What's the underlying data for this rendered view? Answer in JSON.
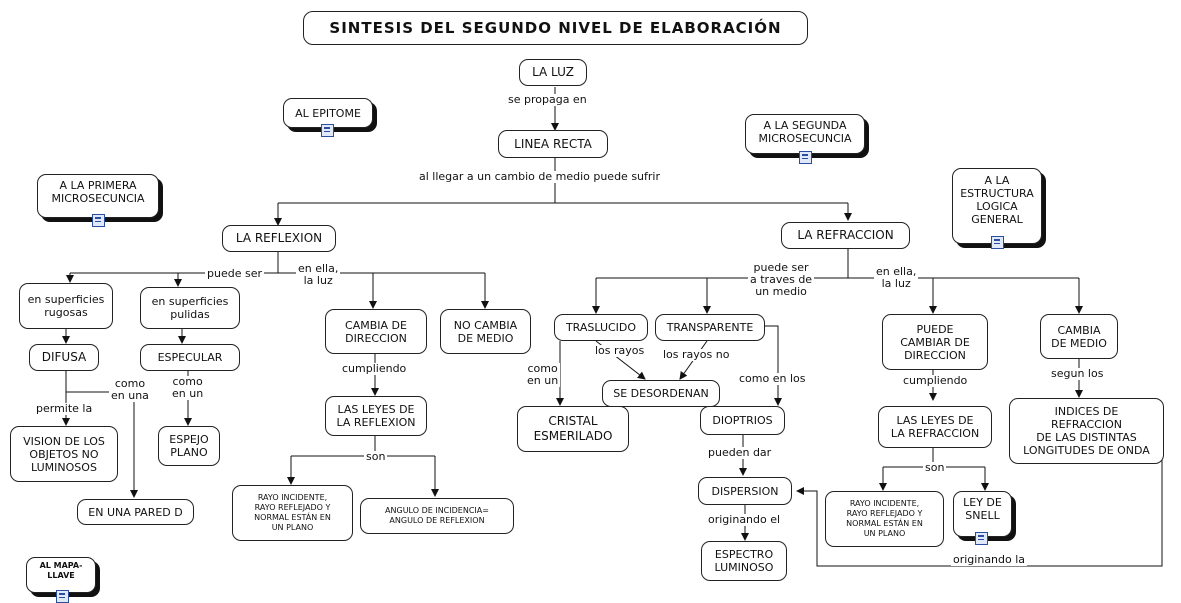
{
  "title": "SINTESIS DEL SEGUNDO NIVEL DE ELABORACIÓN",
  "nodes": {
    "luz": "LA LUZ",
    "linea_recta": "LINEA RECTA",
    "al_epitome": "AL EPITOME",
    "segunda_micro": "A LA SEGUNDA\nMICROSECUNCIA",
    "primera_micro": "A LA PRIMERA\nMICROSECUNCIA",
    "estructura": "A LA\nESTRUCTURA\nLOGICA\nGENERAL",
    "reflexion": "LA REFLEXION",
    "refraccion": "LA REFRACCION",
    "rugosas": "en superficies\nrugosas",
    "pulidas": "en superficies\npulidas",
    "difusa": "DIFUSA",
    "especular": "ESPECULAR",
    "vision": "VISION DE LOS\nOBJETOS NO\nLUMINOSOS",
    "espejo": "ESPEJO\nPLANO",
    "pared": "EN UNA PARED D",
    "cambia_dir": "CAMBIA  DE\nDIRECCION",
    "no_cambia": "NO CAMBIA\nDE MEDIO",
    "leyes_refl": "LAS LEYES DE\nLA REFLEXION",
    "rayo1": "RAYO INCIDENTE,\nRAYO REFLEJADO Y\nNORMAL ESTÁN EN\nUN PLANO",
    "angulo": "ANGULO DE INCIDENCIA=\nANGULO DE REFLEXION",
    "traslucido": "TRASLUCIDO",
    "transparente": "TRANSPARENTE",
    "se_desordenan": "SE DESORDENAN",
    "cristal": "CRISTAL\nESMERILADO",
    "dioptrios": "DIOPTRIOS",
    "dispersion": "DISPERSION",
    "espectro": "ESPECTRO\nLUMINOSO",
    "puede_cambiar": "PUEDE\nCAMBIAR  DE\nDIRECCION",
    "cambia_medio": "CAMBIA\nDE MEDIO",
    "leyes_refr": "LAS LEYES DE\nLA REFRACCION",
    "indices": "INDICES DE\nREFRACCION\nDE LAS DISTINTAS\nLONGITUDES DE ONDA",
    "rayo2": "RAYO INCIDENTE,\nRAYO REFLEJADO Y\nNORMAL ESTÁN EN\nUN PLANO",
    "snell": "LEY DE\nSNELL",
    "mapa_llave": "AL MAPA-\nLLAVE"
  },
  "labels": {
    "se_propaga": "se propaga en",
    "al_llegar": "al llegar a un  cambio de medio puede sufrir",
    "puede_ser_1": "puede ser",
    "en_ella_1": "en ella,\nla luz",
    "puede_ser_2": "puede ser\na traves de\nun medio",
    "en_ella_2": "en ella,\nla luz",
    "permite": "permite la",
    "como_en_una": "como\nen una",
    "como_en_un_1": "como\nen un",
    "cumpliendo_1": "cumpliendo",
    "son_1": "son",
    "como_en_un_2": "como\nen un",
    "los_rayos": "los rayos",
    "los_rayos_no": "los rayos no",
    "como_en_los": "como en los",
    "pueden_dar": "pueden dar",
    "originando_el": "originando el",
    "cumpliendo_2": "cumpliendo",
    "segun_los": "segun los",
    "son_2": "son",
    "originando_la": "originando la"
  },
  "icons": {
    "al_epitome": "concept-map-icon",
    "segunda_micro": "concept-map-icon",
    "primera_micro": "concept-map-icon",
    "estructura": "concept-map-icon",
    "snell": "document-icon",
    "mapa_llave": "concept-map-icon"
  }
}
